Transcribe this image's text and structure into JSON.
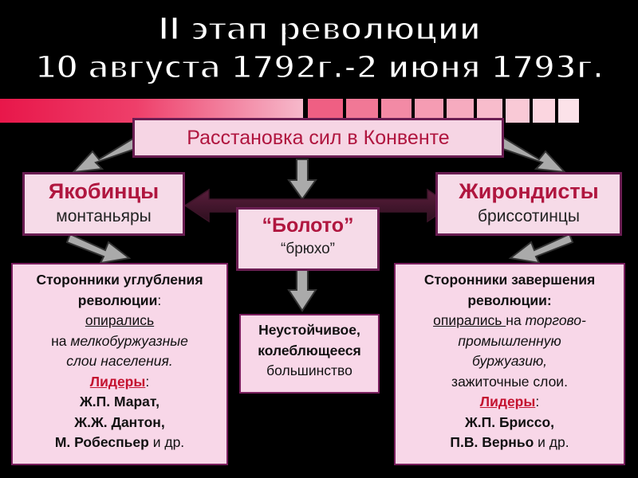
{
  "title": {
    "line1": "II этап революции",
    "line2": "10 августа 1792г.-2 июня 1793г."
  },
  "header": {
    "text": "Расстановка сил в Конвенте"
  },
  "left": {
    "name": "Якобинцы",
    "sub": "монтаньяры",
    "desc": {
      "line1": "Сторонники углубления",
      "line2_bold": "революции",
      "line2_tail": ":",
      "line3": "опирались",
      "line4_prefix": "на ",
      "line4_italic": "мелкобуржуазные",
      "line5": "слои населения.",
      "leaders_label": "Лидеры",
      "leaders_colon": ":",
      "leader1": "Ж.П. Марат,",
      "leader2": "Ж.Ж. Дантон,",
      "leader3_bold": "М. Робеспьер",
      "leader3_tail": " и др."
    }
  },
  "center": {
    "name": "“Болото”",
    "sub": "“брюхо”",
    "desc": {
      "line1": "Неустойчивое,",
      "line2": "колеблющееся",
      "line3": "большинство"
    }
  },
  "right": {
    "name": "Жирондисты",
    "sub": "бриссотинцы",
    "desc": {
      "line1": "Сторонники завершения",
      "line2": "революции:",
      "line3_u": "опирались ",
      "line3_tail": "на ",
      "line3_italic": "торгово-",
      "line4": "промышленную",
      "line5": "буржуазию,",
      "line6": "зажиточные слои.",
      "leaders_label": "Лидеры",
      "leaders_colon": ":",
      "leader1": "Ж.П. Бриссо,",
      "leader2_bold": "П.В. Верньо",
      "leader2_tail": " и др."
    }
  },
  "colors": {
    "box_fill": "#f8d7e8",
    "border": "#6a1d52",
    "accent_red": "#b0163f",
    "stripe_red": "#e8174a"
  }
}
